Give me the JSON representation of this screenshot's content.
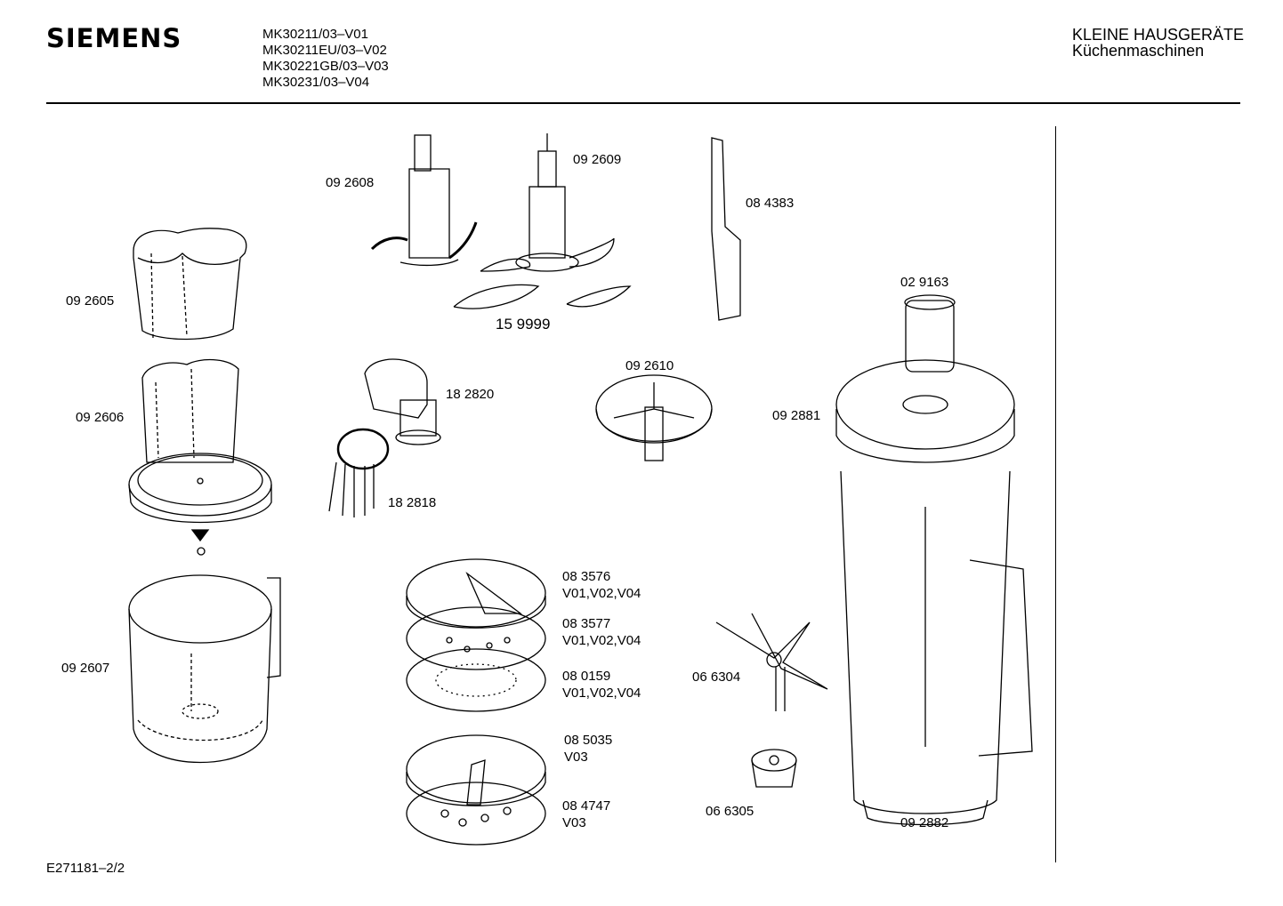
{
  "header": {
    "brand": "SIEMENS",
    "models": [
      "MK30211/03–V01",
      "MK30211EU/03–V02",
      "MK30221GB/03–V03",
      "MK30231/03–V04"
    ],
    "category": "KLEINE HAUSGERÄTE",
    "subcategory": "Küchenmaschinen"
  },
  "footer": {
    "code": "E271181–2/2"
  },
  "parts": [
    {
      "number": "09 2608",
      "variants": ""
    },
    {
      "number": "09 2609",
      "variants": ""
    },
    {
      "number": "08 4383",
      "variants": ""
    },
    {
      "number": "15 9999",
      "variants": ""
    },
    {
      "number": "09 2605",
      "variants": ""
    },
    {
      "number": "02 9163",
      "variants": ""
    },
    {
      "number": "18 2820",
      "variants": ""
    },
    {
      "number": "09 2610",
      "variants": ""
    },
    {
      "number": "09 2606",
      "variants": ""
    },
    {
      "number": "09 2881",
      "variants": ""
    },
    {
      "number": "18 2818",
      "variants": ""
    },
    {
      "number": "08 3576",
      "variants": "V01,V02,V04"
    },
    {
      "number": "08 3577",
      "variants": "V01,V02,V04"
    },
    {
      "number": "09 2607",
      "variants": ""
    },
    {
      "number": "08 0159",
      "variants": "V01,V02,V04"
    },
    {
      "number": "06 6304",
      "variants": ""
    },
    {
      "number": "08 5035",
      "variants": "V03"
    },
    {
      "number": "08 4747",
      "variants": "V03"
    },
    {
      "number": "06 6305",
      "variants": ""
    },
    {
      "number": "09 2882",
      "variants": ""
    }
  ]
}
